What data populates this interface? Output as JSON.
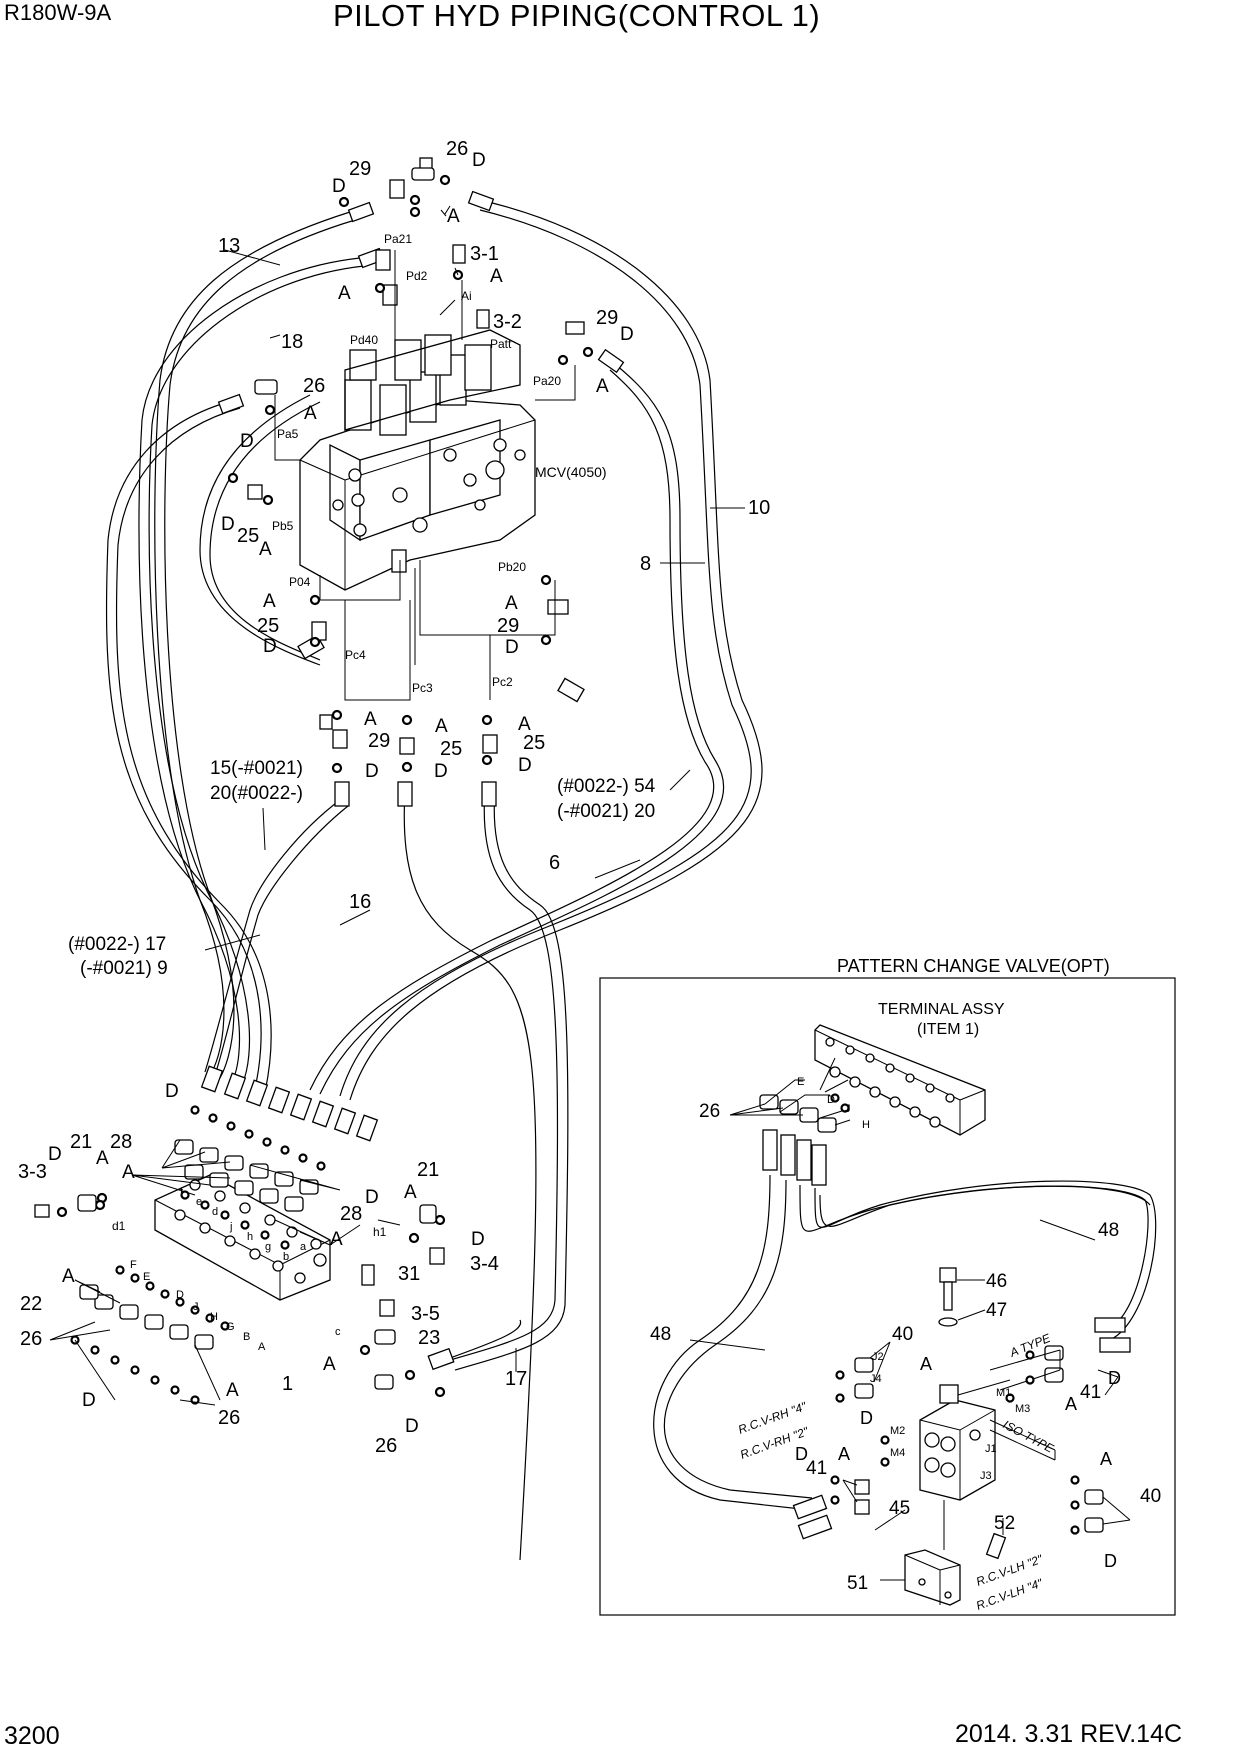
{
  "header": {
    "model": "R180W-9A",
    "title": "PILOT HYD PIPING(CONTROL 1)"
  },
  "footer": {
    "page": "3200",
    "revision": "2014. 3.31  REV.14C"
  },
  "main_callouts": {
    "mcv": "MCV(4050)",
    "c13": "13",
    "c18": "18",
    "c10": "10",
    "c8": "8",
    "c6": "6",
    "c16": "16",
    "c17": "17",
    "c29a": "29",
    "c29b": "29",
    "c29c": "29",
    "c29d": "29",
    "c26a": "26",
    "c26b": "26",
    "c26c": "26",
    "c31a": "3-1",
    "c32": "3-2",
    "c33": "3-3",
    "c34": "3-4",
    "c35": "3-5",
    "c25a": "25",
    "c25b": "25",
    "c25c": "25",
    "c25d": "25",
    "c15": "15(-#0021)",
    "c20": "20(#0022-)",
    "c54": "(#0022-) 54",
    "c20b": "(-#0021) 20",
    "c17b": "(#0022-) 17",
    "c9": "(-#0021) 9",
    "c21a": "21",
    "c21b": "21",
    "c28a": "28",
    "c28b": "28",
    "c31b": "31",
    "c23": "23",
    "c22": "22",
    "c26d": "26",
    "c26e": "26",
    "c26f": "26",
    "c1": "1"
  },
  "ports": {
    "pa21": "Pa21",
    "pd2": "Pd2",
    "ai": "Ai",
    "patt": "Patt",
    "pd40": "Pd40",
    "pa20": "Pa20",
    "pa5": "Pa5",
    "pb5": "Pb5",
    "p04": "P04",
    "pb20": "Pb20",
    "pc4": "Pc4",
    "pc3": "Pc3",
    "pc2": "Pc2",
    "d1": "d1",
    "h1": "h1"
  },
  "letters": {
    "A": "A",
    "D": "D"
  },
  "manifold_ports": [
    "f",
    "e",
    "d",
    "j",
    "h",
    "g",
    "b",
    "a",
    "F",
    "E",
    "D",
    "J",
    "H",
    "G",
    "B",
    "A",
    "c"
  ],
  "pattern_change_valve": {
    "title": "PATTERN CHANGE VALVE(OPT)",
    "terminal_line1": "TERMINAL ASSY",
    "terminal_line2": "(ITEM 1)",
    "c26": "26",
    "c48a": "48",
    "c48b": "48",
    "c46": "46",
    "c47": "47",
    "c40a": "40",
    "c40b": "40",
    "c41a": "41",
    "c41b": "41",
    "c45": "45",
    "c51": "51",
    "c52": "52",
    "a_type": "A TYPE",
    "iso_type": "ISO TYPE",
    "rcv_rh4": "R.C.V-RH \"4\"",
    "rcv_rh2": "R.C.V-RH \"2\"",
    "rcv_lh2": "R.C.V-LH \"2\"",
    "rcv_lh4": "R.C.V-LH \"4\"",
    "ports": [
      "J2",
      "J4",
      "M2",
      "M4",
      "M1",
      "M3",
      "J1",
      "J3",
      "E",
      "D",
      "J",
      "H"
    ]
  }
}
